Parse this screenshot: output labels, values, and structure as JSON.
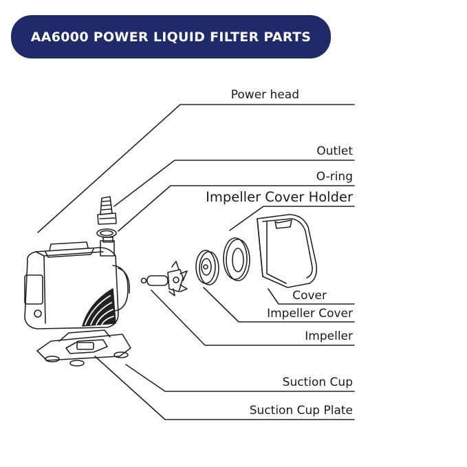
{
  "title": "AA6000 POWER LIQUID FILTER PARTS",
  "labels": {
    "power_head": "Power head",
    "outlet": "Outlet",
    "o_ring": "O-ring",
    "impeller_cover_holder": "Impeller Cover Holder",
    "cover": "Cover",
    "impeller_cover": "Impeller Cover",
    "impeller": "Impeller",
    "suction_cup": "Suction Cup",
    "suction_cup_plate": "Suction Cup Plate"
  },
  "colors": {
    "title_bg": "#1f2a6b",
    "title_text": "#ffffff",
    "line": "#222222"
  }
}
